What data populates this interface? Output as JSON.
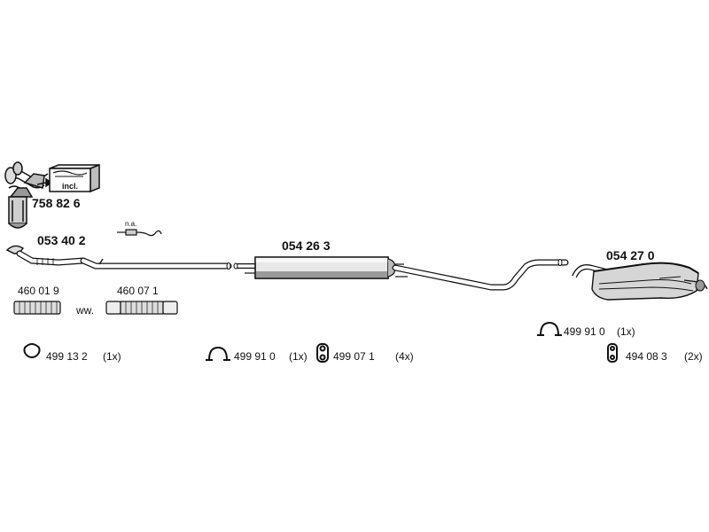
{
  "components": {
    "catalytic_converter": {
      "part_number": "758 82 6",
      "box_label": "incl."
    },
    "front_pipe": {
      "part_number": "053 40 2",
      "sensor_label": "n.a."
    },
    "middle_silencer": {
      "part_number": "054 26 3"
    },
    "rear_silencer": {
      "part_number": "054 27 0"
    },
    "flex_pipe_a": {
      "part_number": "460 01 9"
    },
    "flex_pipe_b": {
      "part_number": "460 07 1"
    },
    "alternative_label": "ww."
  },
  "accessories": [
    {
      "part_number": "499 13 2",
      "qty": "(1x)",
      "icon": "gasket-ring-icon"
    },
    {
      "part_number": "499 91 0",
      "qty": "(1x)",
      "icon": "clamp-icon"
    },
    {
      "part_number": "499 07 1",
      "qty": "(4x)",
      "icon": "rubber-mount-icon"
    },
    {
      "part_number": "499 91 0",
      "qty": "(1x)",
      "icon": "clamp-icon"
    },
    {
      "part_number": "494 08 3",
      "qty": "(2x)",
      "icon": "hanger-icon"
    }
  ]
}
